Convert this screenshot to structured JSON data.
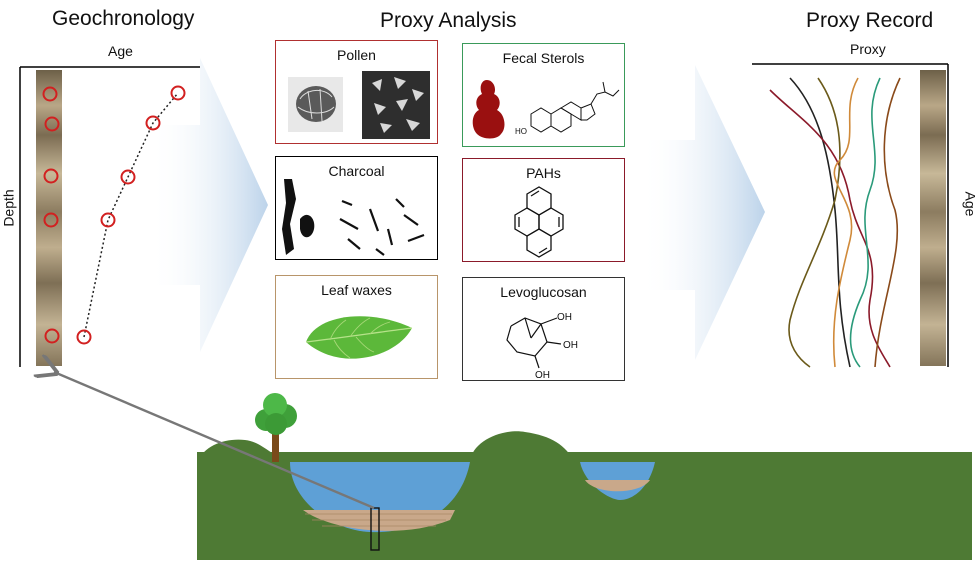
{
  "sections": {
    "geochronology": {
      "title": "Geochronology",
      "x_axis": "Age",
      "y_axis": "Depth"
    },
    "proxy_analysis": {
      "title": "Proxy Analysis"
    },
    "proxy_record": {
      "title": "Proxy Record",
      "x_axis": "Proxy",
      "y_axis": "Age"
    }
  },
  "proxies": [
    {
      "label": "Pollen",
      "border": "#b03030"
    },
    {
      "label": "Fecal Sterols",
      "border": "#3a9a5a"
    },
    {
      "label": "Charcoal",
      "border": "#000000"
    },
    {
      "label": "PAHs",
      "border": "#8b1a2a"
    },
    {
      "label": "Leaf waxes",
      "border": "#b8956a"
    },
    {
      "label": "Levoglucosan",
      "border": "#333333"
    }
  ],
  "molecule_labels": {
    "oh1": "OH",
    "oh2": "OH",
    "oh3": "OH",
    "ho": "HO"
  },
  "colors": {
    "arrow": "#c9dcef",
    "land": "#4e7a34",
    "water": "#5ea0d6",
    "sediment": "#c9a88a",
    "core": "#8a7a5e",
    "marker": "#d22020"
  }
}
